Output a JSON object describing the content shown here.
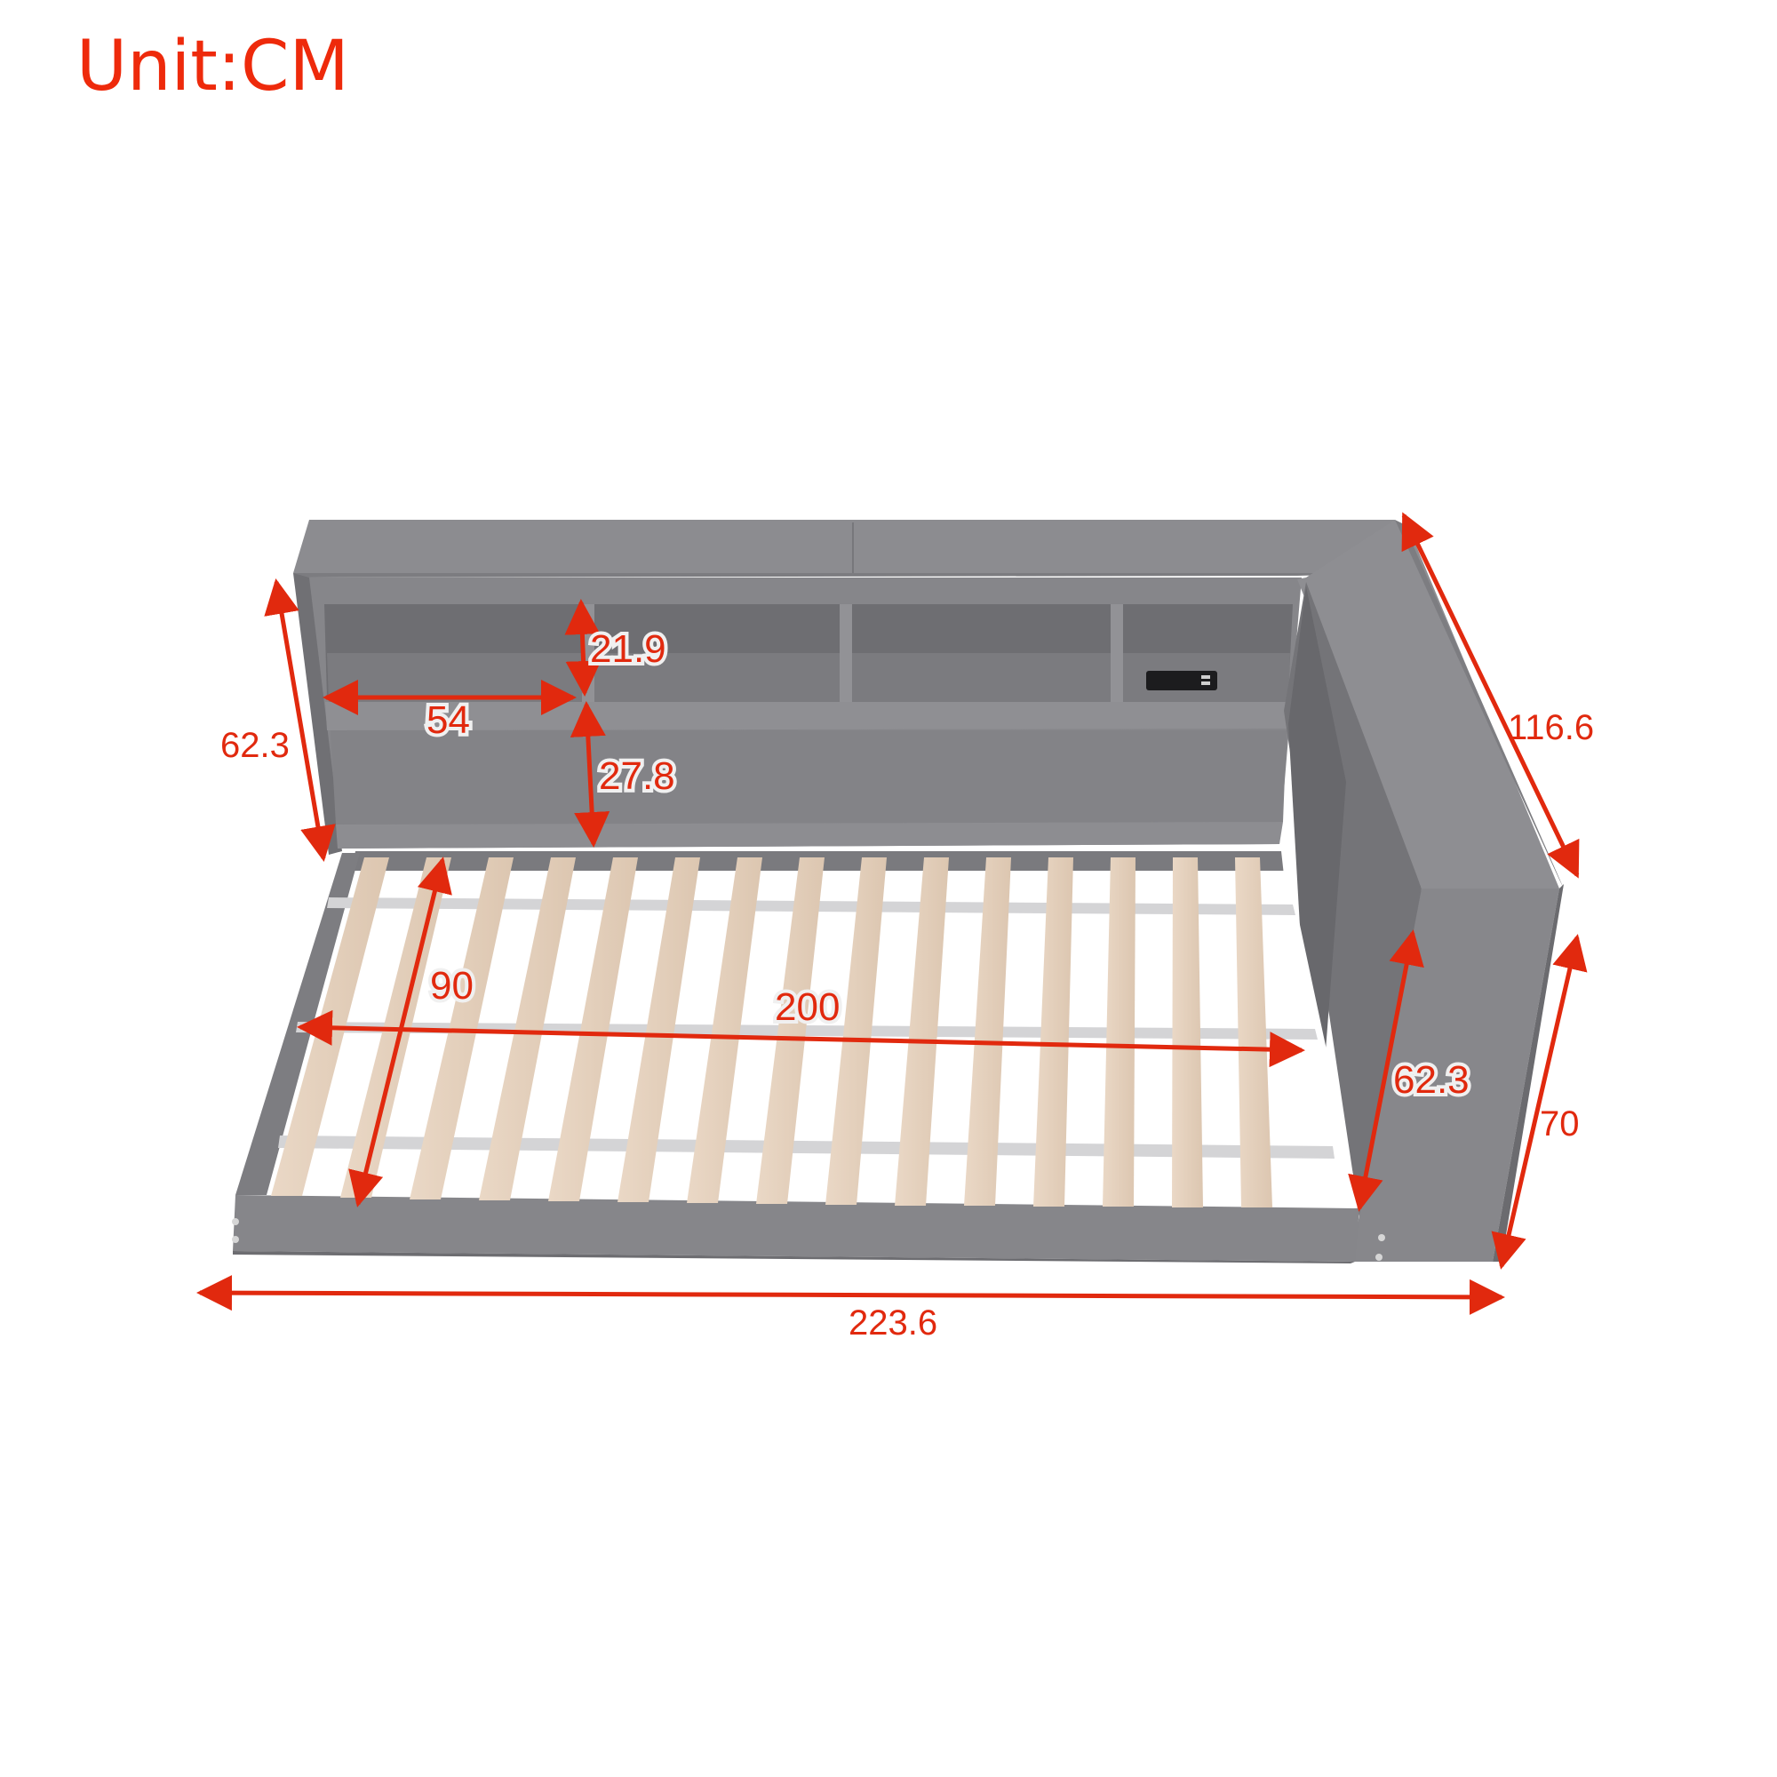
{
  "header": {
    "unit_label": "Unit:CM"
  },
  "product": {
    "type": "corner daybed with storage headboard and side bookcase",
    "frame_color": "#8a8a8e",
    "slat_color": "#e8d5c3",
    "dimension_color": "#e1290e",
    "slat_count": 15,
    "usb_outlet_panel": "power-outlet-icon"
  },
  "dimensions": {
    "headboard_height": "62.3",
    "shelf_width": "54",
    "upper_shelf_height": "21.9",
    "lower_panel_height": "27.8",
    "mattress_width": "90",
    "mattress_length": "200",
    "side_cabinet_height": "62.3",
    "side_cabinet_total_height": "70",
    "overall_depth": "116.6",
    "overall_length": "223.6"
  },
  "colors": {
    "accent": "#e1290e",
    "frame": "#8a8a8e",
    "frame_dark": "#6f6f73",
    "slat": "#e8d5c3",
    "background": "#ffffff"
  }
}
